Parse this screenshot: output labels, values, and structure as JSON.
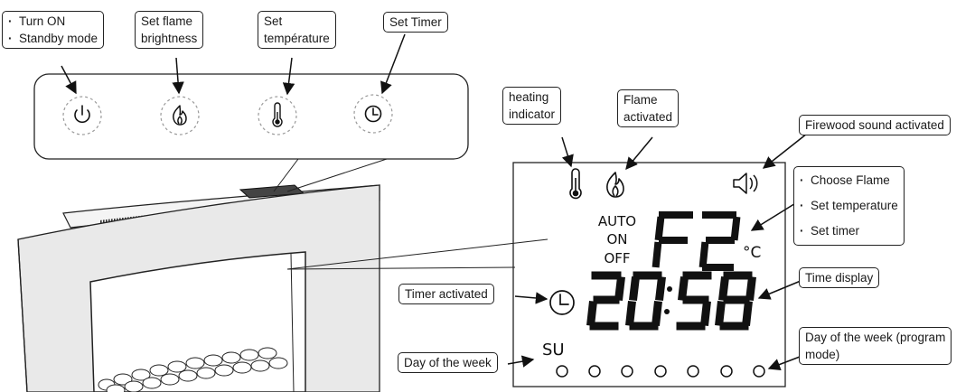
{
  "control_panel": {
    "power_callout": [
      "Turn ON",
      "Standby mode"
    ],
    "flame_callout": [
      "Set flame",
      "brightness"
    ],
    "temp_callout": [
      "Set",
      "température"
    ],
    "timer_callout": [
      "Set Timer"
    ],
    "buttons": [
      {
        "icon": "power-icon"
      },
      {
        "icon": "flame-icon"
      },
      {
        "icon": "thermometer-icon"
      },
      {
        "icon": "clock-icon"
      }
    ]
  },
  "display": {
    "heating_callout": [
      "heating",
      "indicator"
    ],
    "flame_activated_callout": [
      "Flame",
      "activated"
    ],
    "sound_callout": "Firewood sound activated",
    "choose_callout": [
      "Choose Flame",
      "Set temperature",
      "Set timer"
    ],
    "time_callout": "Time display",
    "timer_activated_callout": "Timer activated",
    "day_callout": "Day of the week",
    "day_program_callout": [
      "Day of the week (program",
      "mode)"
    ],
    "mode_labels": [
      "AUTO",
      "ON",
      "OFF"
    ],
    "setting_value": "F2",
    "unit": "°C",
    "time_value": "20:58",
    "day_value": "SU",
    "day_dot_count": 7
  },
  "colors": {
    "line": "#1a1a1a",
    "fireplace_fill": "#e9e9e9",
    "dashed_ring": "#9a9a9a"
  }
}
